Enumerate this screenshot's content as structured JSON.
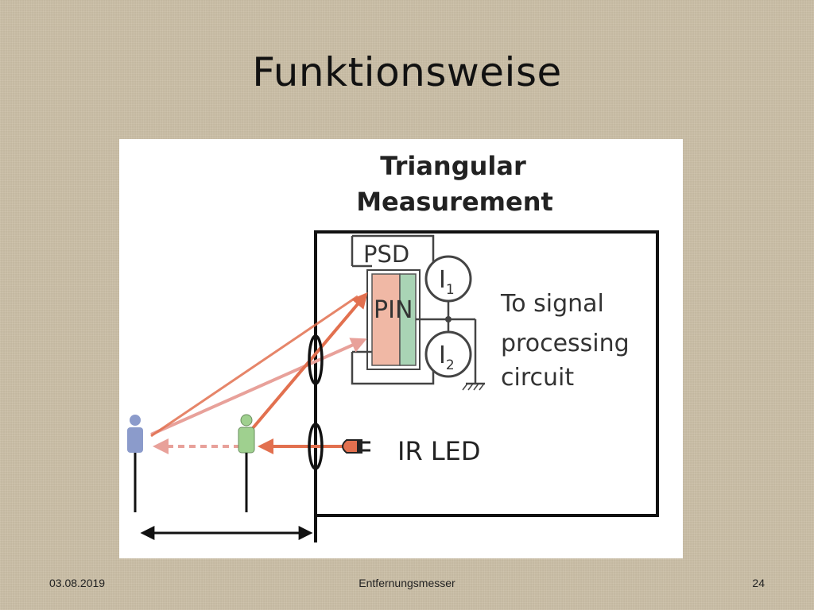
{
  "slide": {
    "title": "Funktionsweise",
    "footer_date": "03.08.2019",
    "footer_center": "Entfernungsmesser",
    "page_number": "24"
  },
  "diagram": {
    "heading_line1": "Triangular",
    "heading_line2": "Measurement",
    "psd_label": "PSD",
    "pin_label": "PIN",
    "current1_label": "I",
    "current1_sub": "1",
    "current2_label": "I",
    "current2_sub": "2",
    "signal_line1": "To signal",
    "signal_line2": "processing",
    "signal_line3": "circuit",
    "led_label": "IR LED",
    "colors": {
      "beam": "#e2704f",
      "beam_light": "#e8a19a",
      "far_person": "#8b9bcb",
      "near_person": "#9fd08f",
      "pin_left": "#f0b8a5",
      "pin_right": "#a9d4b5",
      "lens_outline": "#111111"
    }
  }
}
